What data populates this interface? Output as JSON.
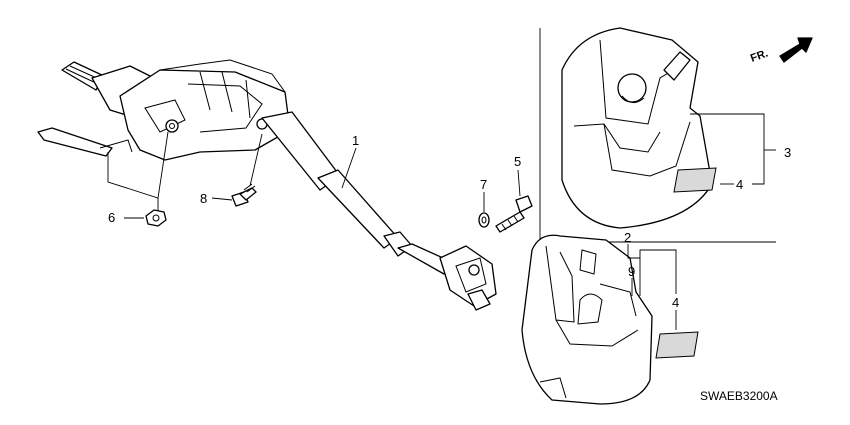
{
  "diagram_code": "SWAEB3200A",
  "direction_label": "FR.",
  "callouts": {
    "c1": "1",
    "c2": "2",
    "c3": "3",
    "c4a": "4",
    "c4b": "4",
    "c5": "5",
    "c6": "6",
    "c7": "7",
    "c8": "8",
    "c9": "9"
  }
}
